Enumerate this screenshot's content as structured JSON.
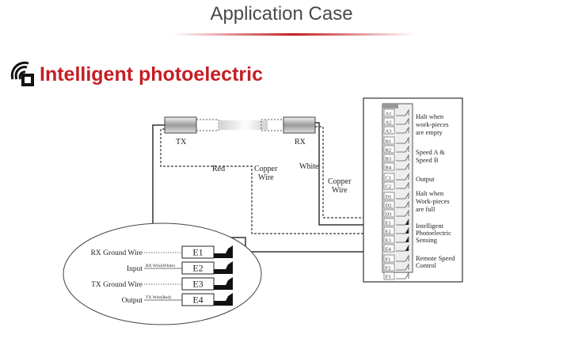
{
  "header": {
    "title": "Application Case"
  },
  "section": {
    "title": "Intelligent photoelectric",
    "icon": "photoelectric-sensor-icon"
  },
  "sensors": {
    "tx_label": "TX",
    "rx_label": "RX"
  },
  "wires": {
    "red_label": "Red",
    "white_label": "White",
    "copper_label_tx": [
      "Copper",
      "Wire"
    ],
    "copper_label_rx": [
      "Copper",
      "Wire"
    ]
  },
  "terminal_block": {
    "terminals": [
      "A1",
      "A2",
      "A3",
      "B1",
      "B2",
      "B3",
      "B4",
      "C1",
      "C2",
      "D1",
      "D2",
      "D3",
      "E1",
      "E2",
      "E3",
      "E4",
      "F1",
      "F2",
      "F3"
    ],
    "groups": [
      {
        "name": "halt-empty",
        "lines": [
          "Halt when",
          "work-pieces",
          "are empty"
        ]
      },
      {
        "name": "speed-ab",
        "lines": [
          "Speed A &",
          "Speed B"
        ]
      },
      {
        "name": "output",
        "lines": [
          "Output"
        ]
      },
      {
        "name": "halt-full",
        "lines": [
          "Halt when",
          "Work-pieces",
          "are full"
        ]
      },
      {
        "name": "intelligent-photoelectric",
        "lines": [
          "Intelligent",
          "Photoelectric",
          "Sensing"
        ]
      },
      {
        "name": "remote-speed",
        "lines": [
          "Remote Speed",
          "Control"
        ]
      }
    ]
  },
  "detail": {
    "rows": [
      {
        "label": "RX Ground Wire",
        "wire": "",
        "terminal": "E1"
      },
      {
        "label": "Input",
        "wire": "RX Wire(White)",
        "terminal": "E2"
      },
      {
        "label": "TX Ground Wire",
        "wire": "",
        "terminal": "E3"
      },
      {
        "label": "Output",
        "wire": "TX Wire(Red)",
        "terminal": "E4"
      }
    ]
  },
  "colors": {
    "accent": "#c41e24",
    "line": "#333333"
  }
}
